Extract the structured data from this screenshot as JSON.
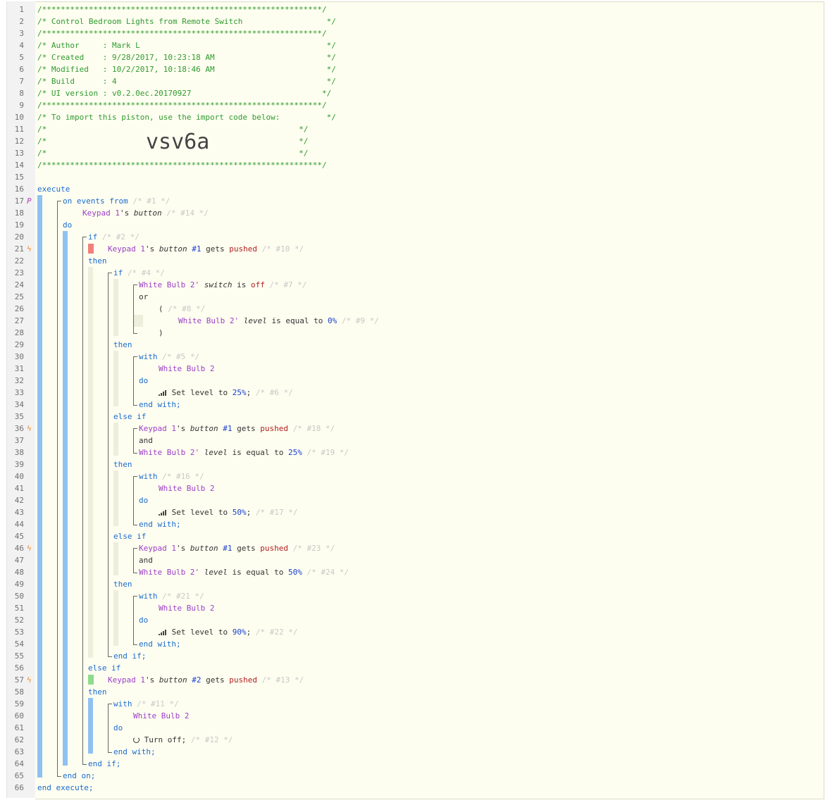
{
  "header": {
    "border": "/************************************************************/",
    "title": "/* Control Bedroom Lights from Remote Switch                  */",
    "author": "/* Author     : Mark L                                        */",
    "created": "/* Created    : 9/28/2017, 10:23:18 AM                        */",
    "modified": "/* Modified   : 10/2/2017, 10:18:46 AM                        */",
    "build": "/* Build      : 4                                             */",
    "ui_version": "/* UI version : v0.2.0ec.20170927                            */",
    "import_text": "/* To import this piston, use the import code below:          */",
    "blank_open": "/*",
    "blank_close": "*/",
    "import_code": "vsv6a"
  },
  "gutter_icons": {
    "p_icon": "P",
    "trigger_icon": "ϟ"
  },
  "kw": {
    "execute": "execute",
    "on_events_from": "on events from",
    "do": "do",
    "if": "if",
    "then": "then",
    "or": "or",
    "and": "and",
    "open_paren": "(",
    "close_paren": ")",
    "with": "with",
    "end_with": "end with;",
    "else_if": "else if",
    "end_if": "end if;",
    "end_on": "end on;",
    "end_execute": "end execute;"
  },
  "tok": {
    "keypad": "Keypad 1",
    "poss": "'s",
    "button": "button",
    "btn1": "#1",
    "btn2": "#2",
    "gets": "gets",
    "pushed": "pushed",
    "bulb_apos": "White Bulb 2'",
    "bulb": "White Bulb 2",
    "switch": "switch",
    "is": "is",
    "off": "off",
    "level": "level",
    "is_equal_to": "is equal to",
    "p0": "0%",
    "p25": "25%",
    "p50": "50%",
    "p90": "90%",
    "set_level_to": "Set level to",
    "turn_off": "Turn off;",
    "semicolon": ";"
  },
  "comments": {
    "c1": "/* #1 */",
    "c14": "/* #14 */",
    "c2": "/* #2 */",
    "c10": "/* #10 */",
    "c4": "/* #4 */",
    "c7": "/* #7 */",
    "c8": "/* #8 */",
    "c9": "/* #9 */",
    "c5": "/* #5 */",
    "c6": "/* #6 */",
    "c18": "/* #18 */",
    "c19": "/* #19 */",
    "c16": "/* #16 */",
    "c17": "/* #17 */",
    "c23": "/* #23 */",
    "c24": "/* #24 */",
    "c21": "/* #21 */",
    "c22": "/* #22 */",
    "c13": "/* #13 */",
    "c11": "/* #11 */",
    "c12": "/* #12 */"
  },
  "line_numbers": [
    "1",
    "2",
    "3",
    "4",
    "5",
    "6",
    "7",
    "8",
    "9",
    "10",
    "11",
    "12",
    "13",
    "14",
    "15",
    "16",
    "17",
    "18",
    "19",
    "20",
    "21",
    "22",
    "23",
    "24",
    "25",
    "26",
    "27",
    "28",
    "29",
    "30",
    "31",
    "32",
    "33",
    "34",
    "35",
    "36",
    "37",
    "38",
    "39",
    "40",
    "41",
    "42",
    "43",
    "44",
    "45",
    "46",
    "47",
    "48",
    "49",
    "50",
    "51",
    "52",
    "53",
    "54",
    "55",
    "56",
    "57",
    "58",
    "59",
    "60",
    "61",
    "62",
    "63",
    "64",
    "65",
    "66"
  ]
}
